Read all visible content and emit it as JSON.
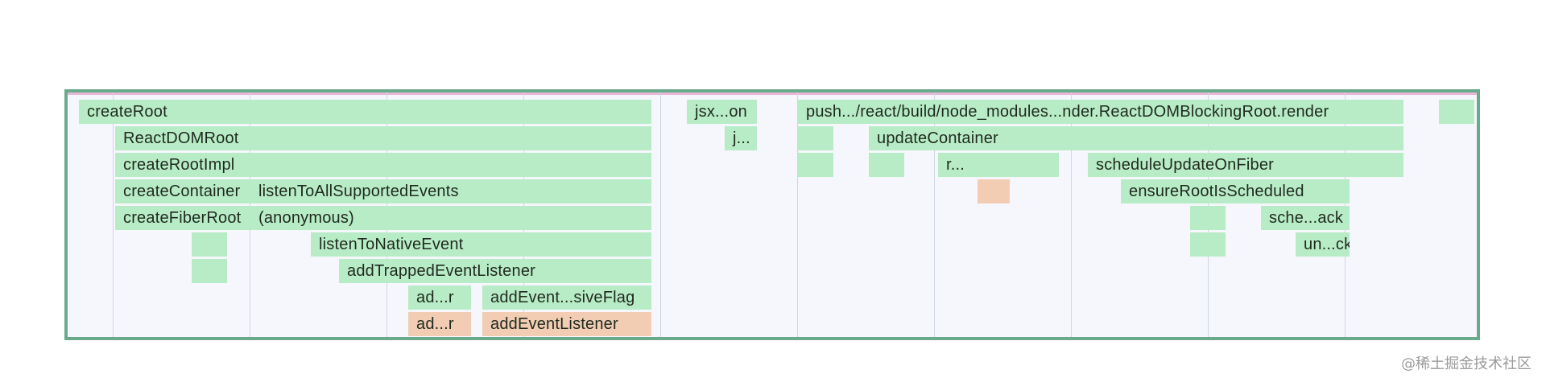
{
  "frames": [
    {
      "label": "createRoot",
      "color": "green"
    },
    {
      "label": "jsx...on",
      "color": "green"
    },
    {
      "label": "push.../react/build/node_modules...nder.ReactDOMBlockingRoot.render",
      "color": "green"
    },
    {
      "label": "",
      "color": "green"
    },
    {
      "label": "ReactDOMRoot",
      "color": "green"
    },
    {
      "label": "j...",
      "color": "green"
    },
    {
      "label": "",
      "color": "green"
    },
    {
      "label": "updateContainer",
      "color": "green"
    },
    {
      "label": "createRootImpl",
      "color": "green"
    },
    {
      "label": "",
      "color": "green"
    },
    {
      "label": "",
      "color": "green"
    },
    {
      "label": "r...",
      "color": "green"
    },
    {
      "label": "",
      "color": "green"
    },
    {
      "label": "scheduleUpdateOnFiber",
      "color": "green"
    },
    {
      "label": "createContainer",
      "color": "green"
    },
    {
      "label": "listenToAllSupportedEvents",
      "color": "green"
    },
    {
      "label": "",
      "color": "orange"
    },
    {
      "label": "ensureRootIsScheduled",
      "color": "green"
    },
    {
      "label": "createFiberRoot",
      "color": "green"
    },
    {
      "label": "(anonymous)",
      "color": "green"
    },
    {
      "label": "",
      "color": "green"
    },
    {
      "label": "sche...ack",
      "color": "green"
    },
    {
      "label": "",
      "color": "green"
    },
    {
      "label": "listenToNativeEvent",
      "color": "green"
    },
    {
      "label": "",
      "color": "green"
    },
    {
      "label": "un...ck",
      "color": "green"
    },
    {
      "label": "",
      "color": "green"
    },
    {
      "label": "addTrappedEventListener",
      "color": "green"
    },
    {
      "label": "ad...r",
      "color": "green"
    },
    {
      "label": "addEvent...siveFlag",
      "color": "green"
    },
    {
      "label": "ad...r",
      "color": "orange"
    },
    {
      "label": "addEventListener",
      "color": "orange"
    }
  ],
  "watermark": "@稀土掘金技术社区"
}
